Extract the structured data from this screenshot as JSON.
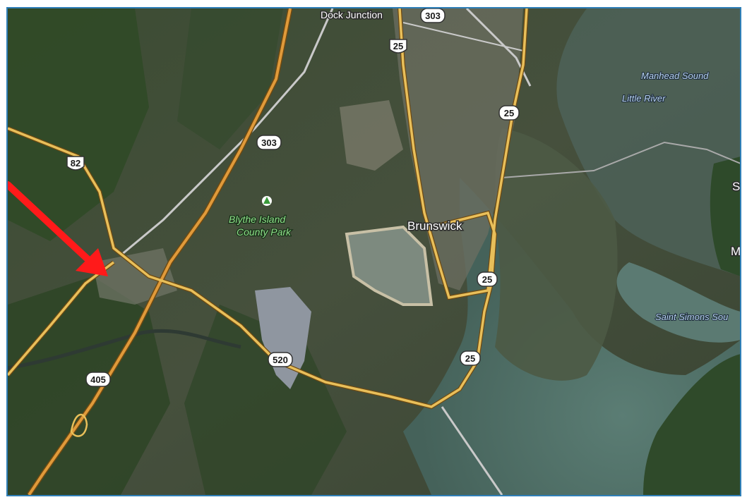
{
  "map": {
    "places": {
      "dock_junction": "Dock Junction",
      "brunswick": "Brunswick",
      "park_line1": "Blythe Island",
      "park_line2": "County Park",
      "manhead_sound": "Manhead Sound",
      "little_river": "Little River",
      "saint_simons": "Saint Simons Sou",
      "edge_s": "S",
      "edge_m": "M"
    },
    "routes": {
      "r303_top": "303",
      "r25_a": "25",
      "r25_b": "25",
      "r25_c": "25",
      "r25_d": "25",
      "r303_mid": "303",
      "r82": "82",
      "r520": "520",
      "r405": "405"
    },
    "icons": {
      "park": "park-tree-icon",
      "arrow": "red-arrow-annotation"
    },
    "colors": {
      "road_major": "#e3a53a",
      "road_minor": "#c9c9c9",
      "water": "#4f6e66",
      "land": "#3f4a36",
      "arrow": "#ff1a1a",
      "frame": "#2f7fb8"
    }
  }
}
